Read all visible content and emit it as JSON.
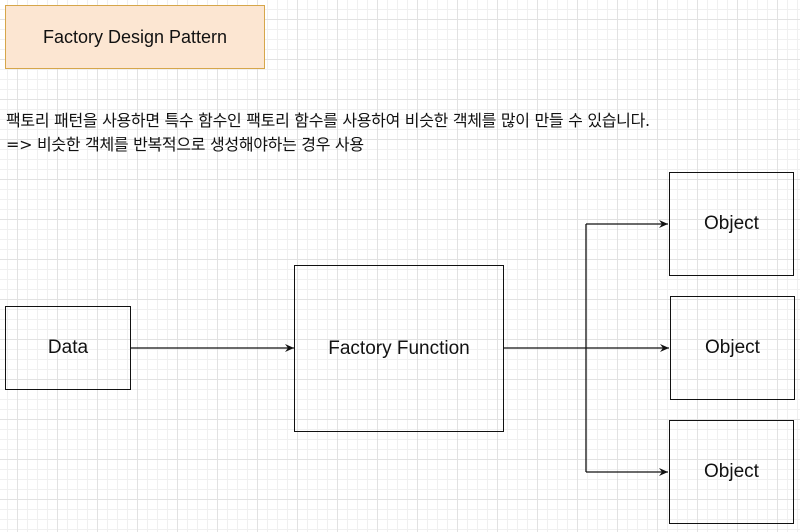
{
  "title": "Factory Design Pattern",
  "description": {
    "line1": "팩토리 패턴을 사용하면 특수 함수인 팩토리 함수를 사용하여 비슷한 객체를 많이 만들 수 있습니다.",
    "line2": "=> 비슷한 객체를 반복적으로 생성해야하는 경우 사용"
  },
  "nodes": {
    "data": "Data",
    "factory": "Factory Function",
    "objects": [
      "Object",
      "Object",
      "Object"
    ]
  },
  "edges": [
    {
      "from": "Data",
      "to": "Factory Function"
    },
    {
      "from": "Factory Function",
      "to": "Object 1"
    },
    {
      "from": "Factory Function",
      "to": "Object 2"
    },
    {
      "from": "Factory Function",
      "to": "Object 3"
    }
  ],
  "colors": {
    "title_fill": "#fce6d2",
    "title_border": "#d6a64a",
    "stroke": "#111111"
  }
}
